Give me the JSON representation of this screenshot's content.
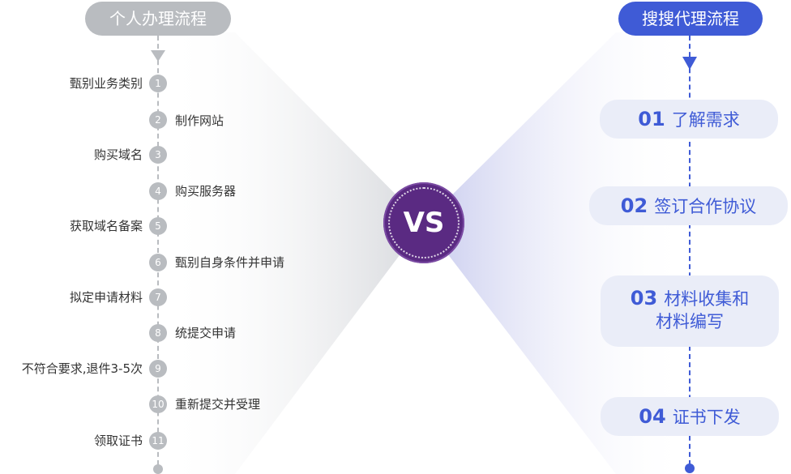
{
  "left": {
    "title": "个人办理流程",
    "steps": [
      {
        "num": "1",
        "label": "甄别业务类别"
      },
      {
        "num": "2",
        "label": "制作网站"
      },
      {
        "num": "3",
        "label": "购买域名"
      },
      {
        "num": "4",
        "label": "购买服务器"
      },
      {
        "num": "5",
        "label": "获取域名备案"
      },
      {
        "num": "6",
        "label": "甄别自身条件并申请"
      },
      {
        "num": "7",
        "label": "拟定申请材料"
      },
      {
        "num": "8",
        "label": "统提交申请"
      },
      {
        "num": "9",
        "label": "不符合要求,退件3-5次"
      },
      {
        "num": "10",
        "label": "重新提交并受理"
      },
      {
        "num": "11",
        "label": "领取证书"
      }
    ]
  },
  "center": {
    "vs": "VS"
  },
  "right": {
    "title": "搜搜代理流程",
    "steps": [
      {
        "num": "01",
        "label": "了解需求"
      },
      {
        "num": "02",
        "label": "签订合作协议"
      },
      {
        "num": "03",
        "label": "材料收集和",
        "label2": "材料编写"
      },
      {
        "num": "04",
        "label": "证书下发"
      }
    ]
  },
  "colors": {
    "grey": "#b9bcc0",
    "blue": "#3f5bd6",
    "vs_purple": "#5a2a82",
    "box_bg": "#eaedf8"
  }
}
